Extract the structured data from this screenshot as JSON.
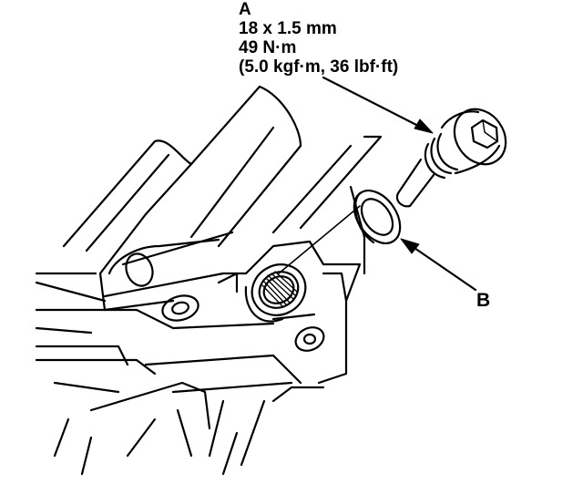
{
  "callout_a": {
    "letter": "A",
    "size": "18 x 1.5 mm",
    "torque_nm": "49 N·m",
    "torque_alt": "(5.0 kgf·m, 36 lbf·ft)"
  },
  "callout_b": {
    "letter": "B"
  },
  "colors": {
    "line": "#000000",
    "background": "#ffffff"
  }
}
